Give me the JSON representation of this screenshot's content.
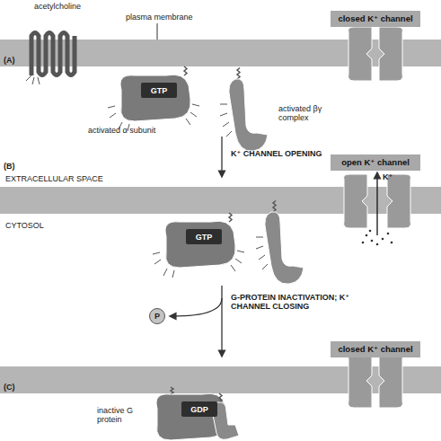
{
  "diagram": {
    "nodes": [
      {
        "text": [
          "closed K⁺ channel"
        ]
      },
      {
        "text": [
          "GTP"
        ]
      },
      {
        "text": [
          "open K⁺ channel"
        ]
      },
      {
        "text": [
          "GTP"
        ]
      },
      {
        "text": [
          "P"
        ]
      },
      {
        "text": [
          "closed K⁺ channel"
        ]
      },
      {
        "text": [
          "GDP"
        ]
      }
    ],
    "labels": [
      "(A)",
      "acetylcholine",
      "plasma membrane",
      "activated α subunit",
      "activated βγ complex",
      "K⁺ CHANNEL OPENING",
      "(B)",
      "EXTRACELLULAR SPACE",
      "CYTOSOL",
      "K⁺",
      "G-PROTEIN INACTIVATION; K⁺ CHANNEL CLOSING",
      "(C)",
      "inactive G protein"
    ]
  }
}
